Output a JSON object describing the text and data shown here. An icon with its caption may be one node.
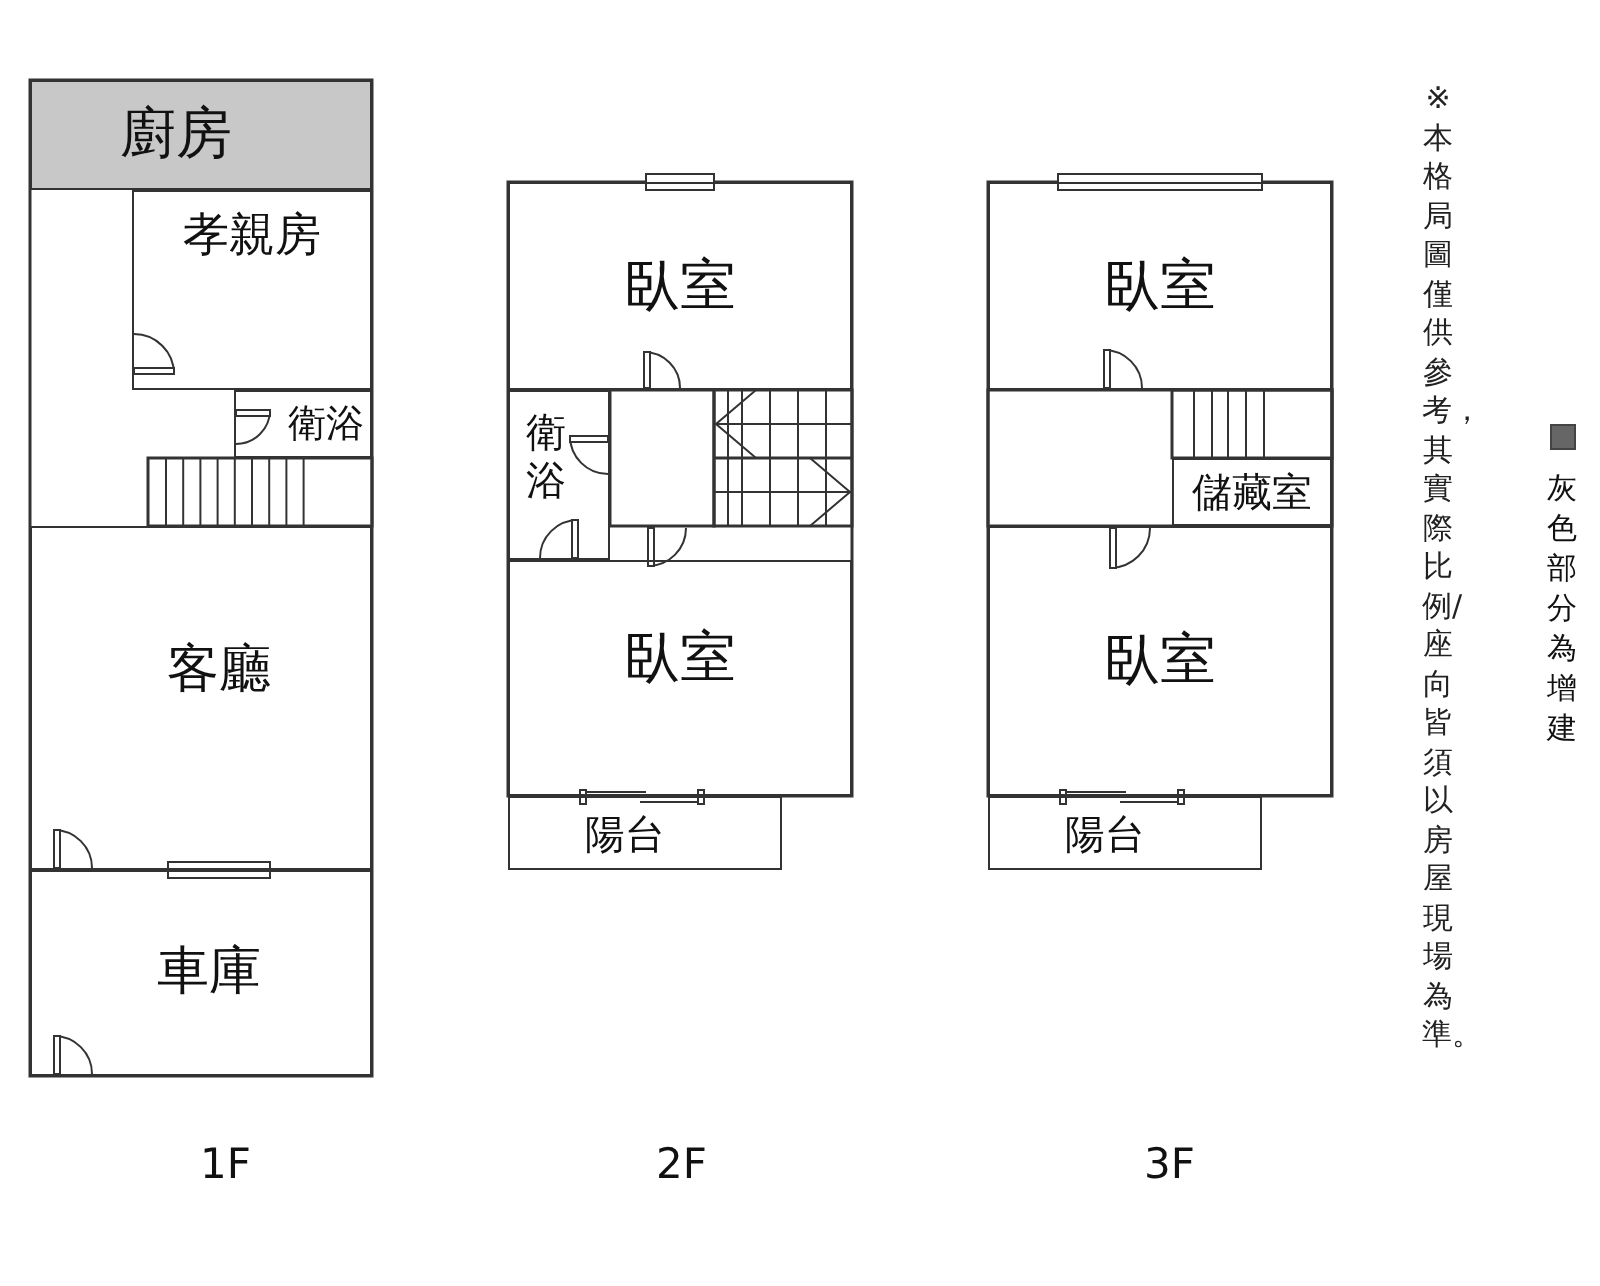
{
  "diagram": {
    "nodes": [
      {
        "text": [
          "廚房"
        ]
      },
      {
        "text": [
          "孝親房"
        ]
      },
      {
        "text": [
          "衛浴"
        ]
      },
      {
        "text": [
          "客廳"
        ]
      },
      {
        "text": [
          "車庫"
        ]
      },
      {
        "text": [
          "臥室"
        ]
      },
      {
        "text": [
          "衛浴"
        ]
      },
      {
        "text": [
          "臥室"
        ]
      },
      {
        "text": [
          "陽台"
        ]
      },
      {
        "text": [
          "臥室"
        ]
      },
      {
        "text": [
          "儲藏室"
        ]
      },
      {
        "text": [
          "臥室"
        ]
      },
      {
        "text": [
          "陽台"
        ]
      }
    ],
    "edges": [],
    "labels": [
      "1F",
      "2F",
      "3F",
      "※本格局圖僅供參考，其實際比例/座向皆須以房屋現場為準。"
    ],
    "legend": [
      {
        "text": "灰色部分為增建",
        "color": "#666666"
      }
    ]
  }
}
